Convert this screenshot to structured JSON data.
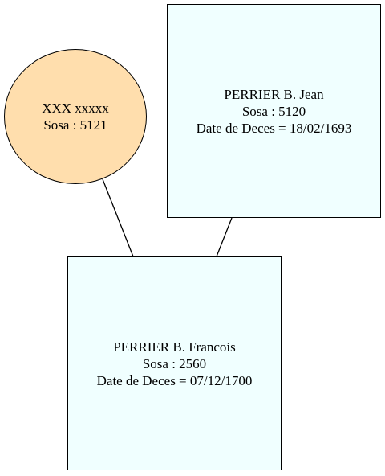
{
  "nodes": {
    "mother": {
      "name": "XXX xxxxx",
      "sosa": "Sosa : 5121"
    },
    "father": {
      "name": "PERRIER B. Jean",
      "sosa": "Sosa : 5120",
      "death": "Date de Deces = 18/02/1693"
    },
    "child": {
      "name": "PERRIER B. Francois",
      "sosa": "Sosa : 2560",
      "death": "Date de Deces = 07/12/1700"
    }
  },
  "colors": {
    "female_fill": "#ffdead",
    "male_fill": "#f0ffff",
    "stroke": "#000000"
  }
}
